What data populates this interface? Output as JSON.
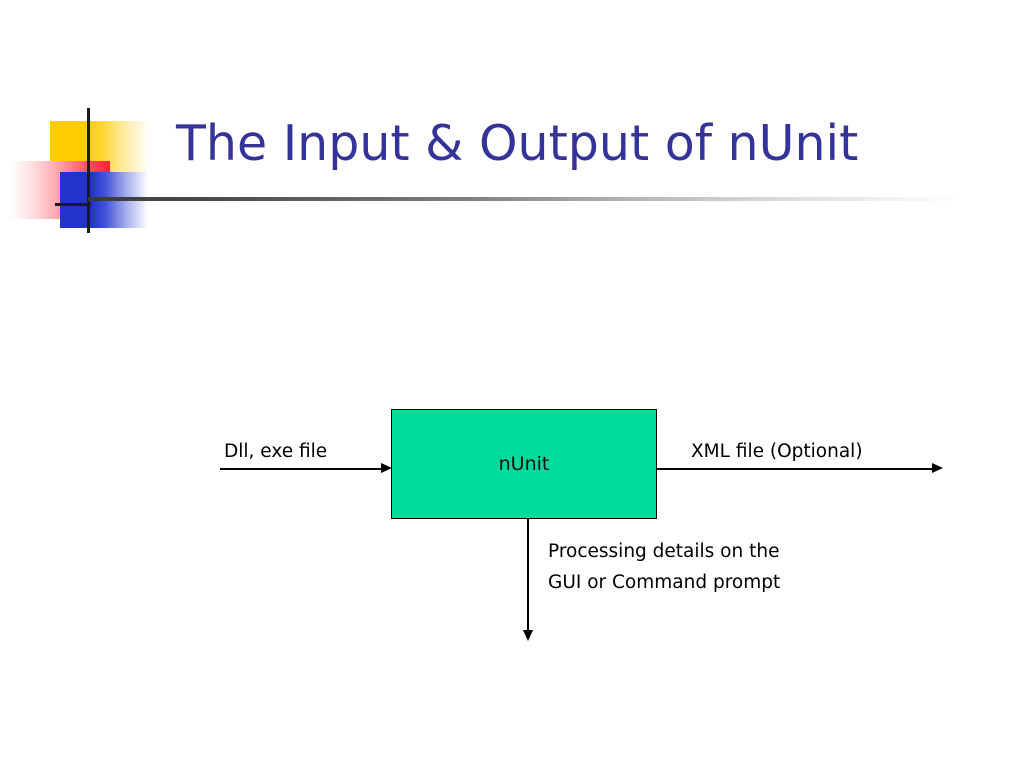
{
  "slide": {
    "title": "The Input & Output of nUnit",
    "background_color": "#ffffff",
    "title_color": "#333399"
  },
  "logo": {
    "name": "decorative-square-cluster",
    "yellow_color": "#FFCC00",
    "red_color": "#FF2233",
    "blue_color": "#2233CC",
    "crosshair_color": "#1a1a1a"
  },
  "diagram": {
    "type": "flow",
    "process": {
      "label": "nUnit",
      "fill_color": "#00DB9B",
      "border_color": "#000000"
    },
    "input": {
      "label": "Dll, exe file",
      "arrow": "arrow-right"
    },
    "output": {
      "label": "XML file (Optional)",
      "arrow": "arrow-right"
    },
    "bottom_output": {
      "label": "Processing details on the GUI or Command prompt",
      "arrow": "arrow-down"
    }
  }
}
